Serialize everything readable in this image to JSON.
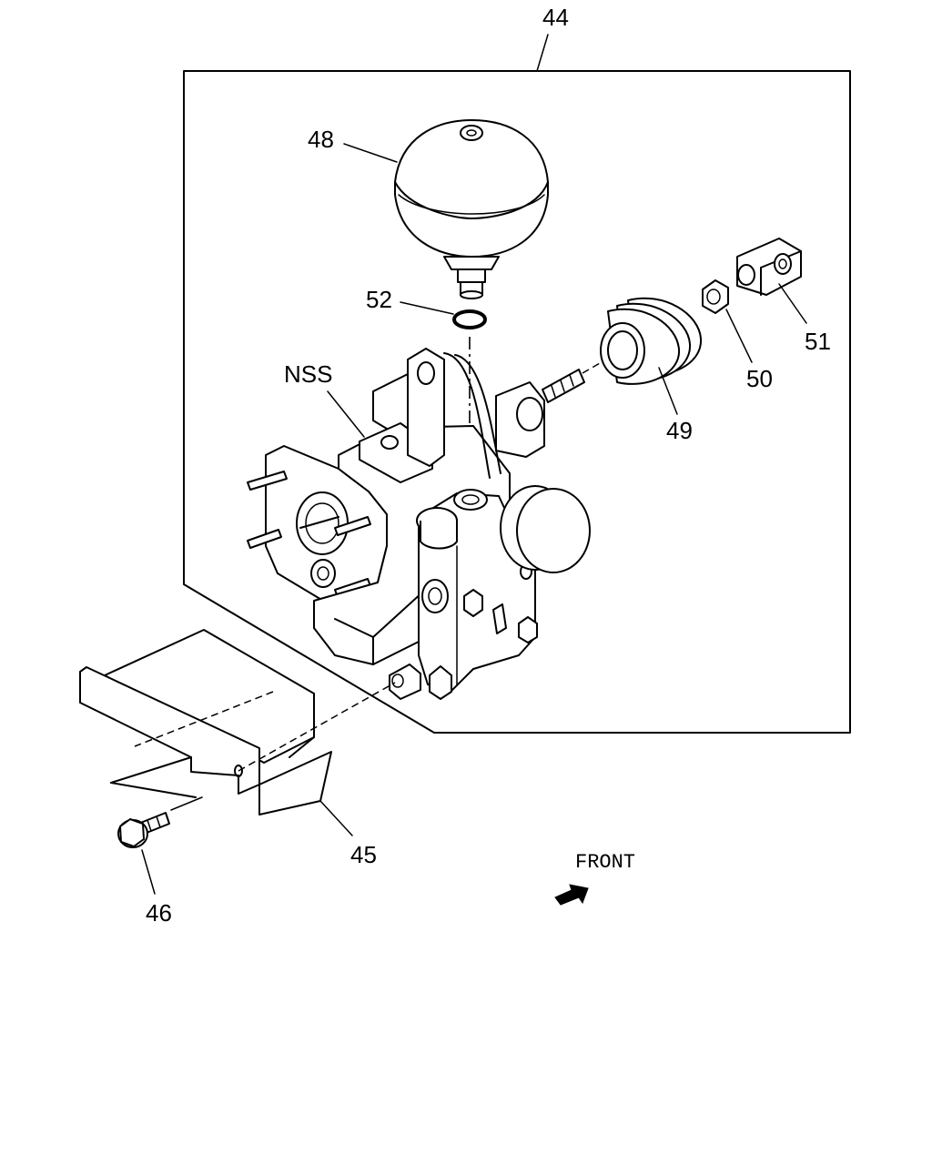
{
  "callouts": {
    "c44": "44",
    "c45": "45",
    "c46": "46",
    "c48": "48",
    "c49": "49",
    "c50": "50",
    "c51": "51",
    "c52": "52",
    "nss": "NSS"
  },
  "direction": {
    "label": "FRONT"
  }
}
